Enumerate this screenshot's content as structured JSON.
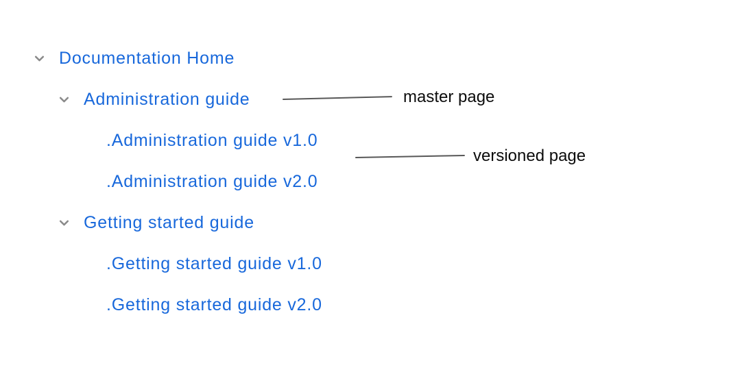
{
  "page": {
    "background_color": "#ffffff"
  },
  "tree": {
    "items": [
      {
        "label": "Documentation Home",
        "level": 0,
        "expanded": true,
        "icon": "chevron-down-icon"
      },
      {
        "label": "Administration guide",
        "level": 1,
        "expanded": true,
        "icon": "chevron-down-icon"
      },
      {
        "label": ".Administration guide v1.0",
        "level": 2,
        "expanded": false,
        "icon": null
      },
      {
        "label": ".Administration guide v2.0",
        "level": 2,
        "expanded": false,
        "icon": null
      },
      {
        "label": "Getting started guide",
        "level": 1,
        "expanded": true,
        "icon": "chevron-down-icon"
      },
      {
        "label": ".Getting started guide v1.0",
        "level": 2,
        "expanded": false,
        "icon": null
      },
      {
        "label": ".Getting started guide v2.0",
        "level": 2,
        "expanded": false,
        "icon": null
      }
    ],
    "colors": {
      "link": "#1868db",
      "chevron": "#8a8a8a"
    }
  },
  "annotations": {
    "master": {
      "label": "master page"
    },
    "versioned": {
      "label": "versioned page"
    },
    "colors": {
      "line": "#575757",
      "text": "#0c0c0c"
    }
  }
}
